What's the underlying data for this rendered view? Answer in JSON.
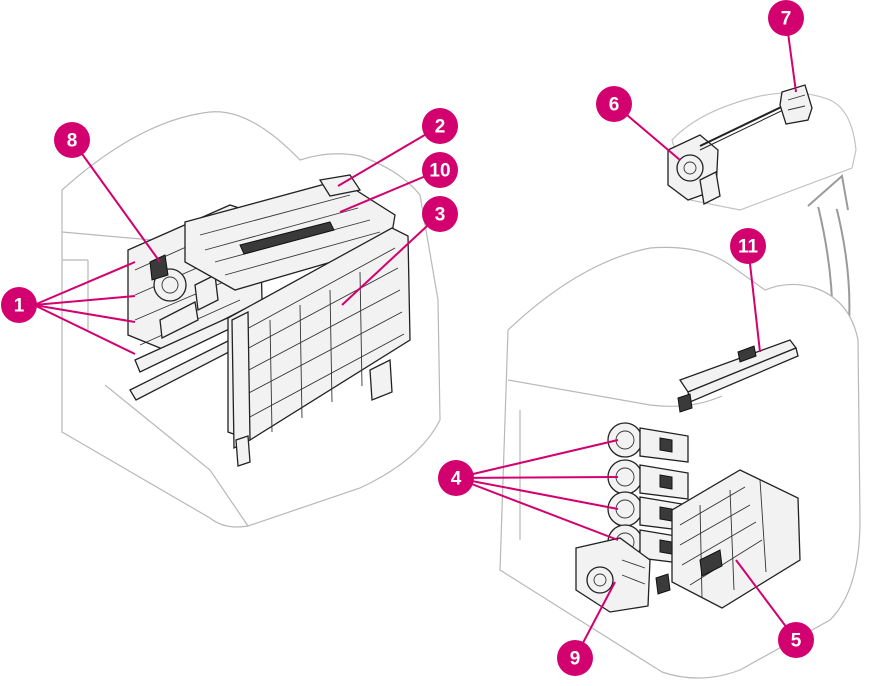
{
  "callouts": {
    "c1": "1",
    "c2": "2",
    "c3": "3",
    "c4": "4",
    "c5": "5",
    "c6": "6",
    "c7": "7",
    "c8": "8",
    "c9": "9",
    "c10": "10",
    "c11": "11"
  },
  "colors": {
    "callout": "#d3006f",
    "hull_outline": "#b8b8b8",
    "part_line": "#222222"
  }
}
